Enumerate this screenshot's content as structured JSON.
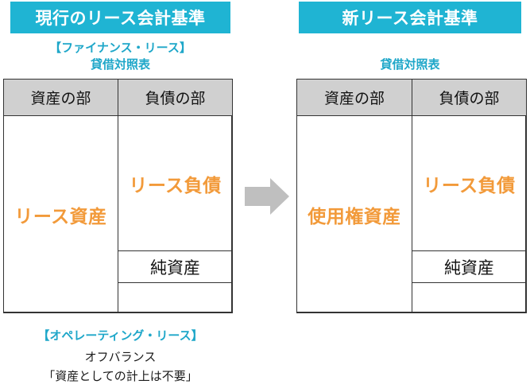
{
  "left": {
    "header": "現行のリース会計基準",
    "bracket_label": "【ファイナンス・リース】",
    "bs_label": "貸借対照表",
    "col_assets": "資産の部",
    "col_liab": "負債の部",
    "asset_item": "リース資産",
    "liab_item": "リース負債",
    "equity_item": "純資産",
    "op_label": "【オペレーティング・リース】",
    "op_line1": "オフバランス",
    "op_line2": "「資産としての計上は不要」"
  },
  "right": {
    "header": "新リース会計基準",
    "bs_label": "貸借対照表",
    "col_assets": "資産の部",
    "col_liab": "負債の部",
    "asset_item": "使用権資産",
    "liab_item": "リース負債",
    "equity_item": "純資産"
  },
  "colors": {
    "header_bg": "#1fb4d3",
    "accent_text": "#1fa7c9",
    "orange": "#f29a3a",
    "table_head_bg": "#d0d0d0",
    "arrow": "#bfbfbf"
  },
  "icons": {
    "transition_arrow": "arrow-right-icon"
  }
}
